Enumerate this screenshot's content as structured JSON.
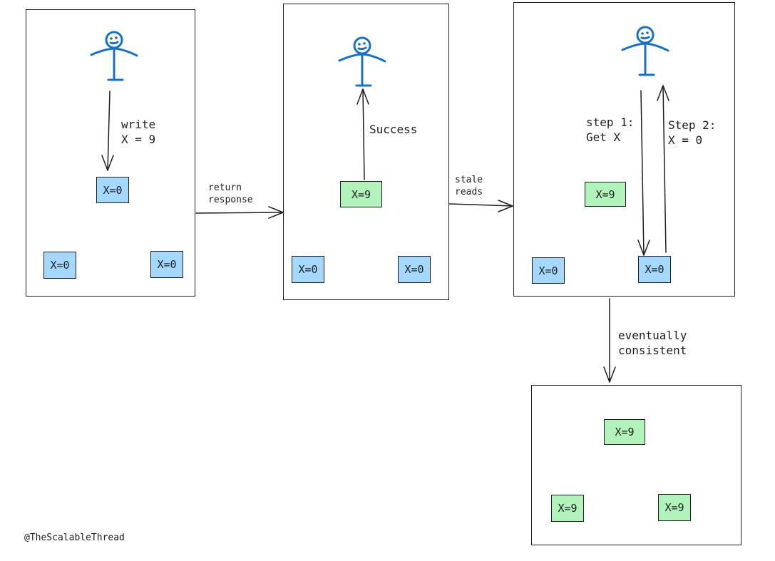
{
  "colors": {
    "stale": "#a5d8ff",
    "fresh": "#b2f2bb",
    "stroke": "#1e1e1e",
    "person": "#1971c2"
  },
  "panels": [
    {
      "id": "write",
      "nodes": [
        "X=0",
        "X=0",
        "X=0"
      ]
    },
    {
      "id": "success",
      "nodes": [
        "X=9",
        "X=0",
        "X=0"
      ]
    },
    {
      "id": "stale-read",
      "nodes": [
        "X=9",
        "X=0",
        "X=0"
      ]
    },
    {
      "id": "consistent",
      "nodes": [
        "X=9",
        "X=9",
        "X=9"
      ]
    }
  ],
  "labels": {
    "write": "write\nX = 9",
    "success": "Success",
    "step1": "step 1:\nGet X",
    "step2": "Step 2:\nX = 0",
    "return_response": "return\nresponse",
    "stale_reads": "stale\nreads",
    "eventually": "eventually\nconsistent"
  },
  "credit": "@TheScalableThread"
}
